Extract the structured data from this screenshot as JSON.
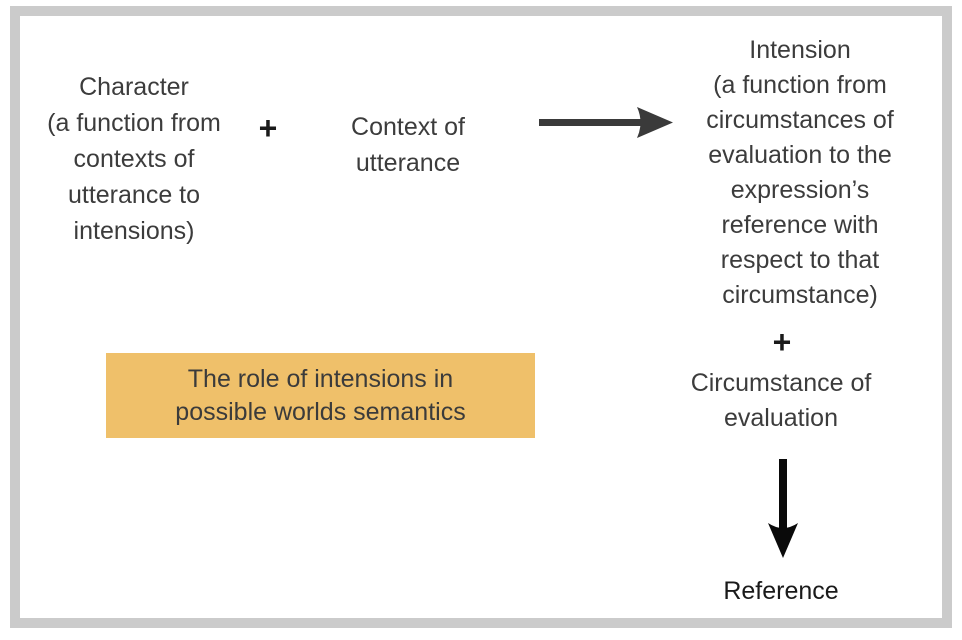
{
  "colors": {
    "highlight_bg": "#efc06a",
    "text": "#3c3c3c",
    "frame": "#cbcbcb",
    "arrow": "#3a3a3a",
    "arrow_dark": "#0a0a0a"
  },
  "nodes": {
    "character": "Character\n(a function from\ncontexts of\nutterance to\nintensions)",
    "plus_top": "+",
    "context": "Context of\nutterance",
    "intension": "Intension\n(a function from\ncircumstances of\nevaluation to the\nexpression’s\nreference with\nrespect to that\ncircumstance)",
    "plus_right": "+",
    "circumstance": "Circumstance of\nevaluation",
    "reference": "Reference",
    "highlight": "The role of intensions in\npossible worlds semantics"
  }
}
